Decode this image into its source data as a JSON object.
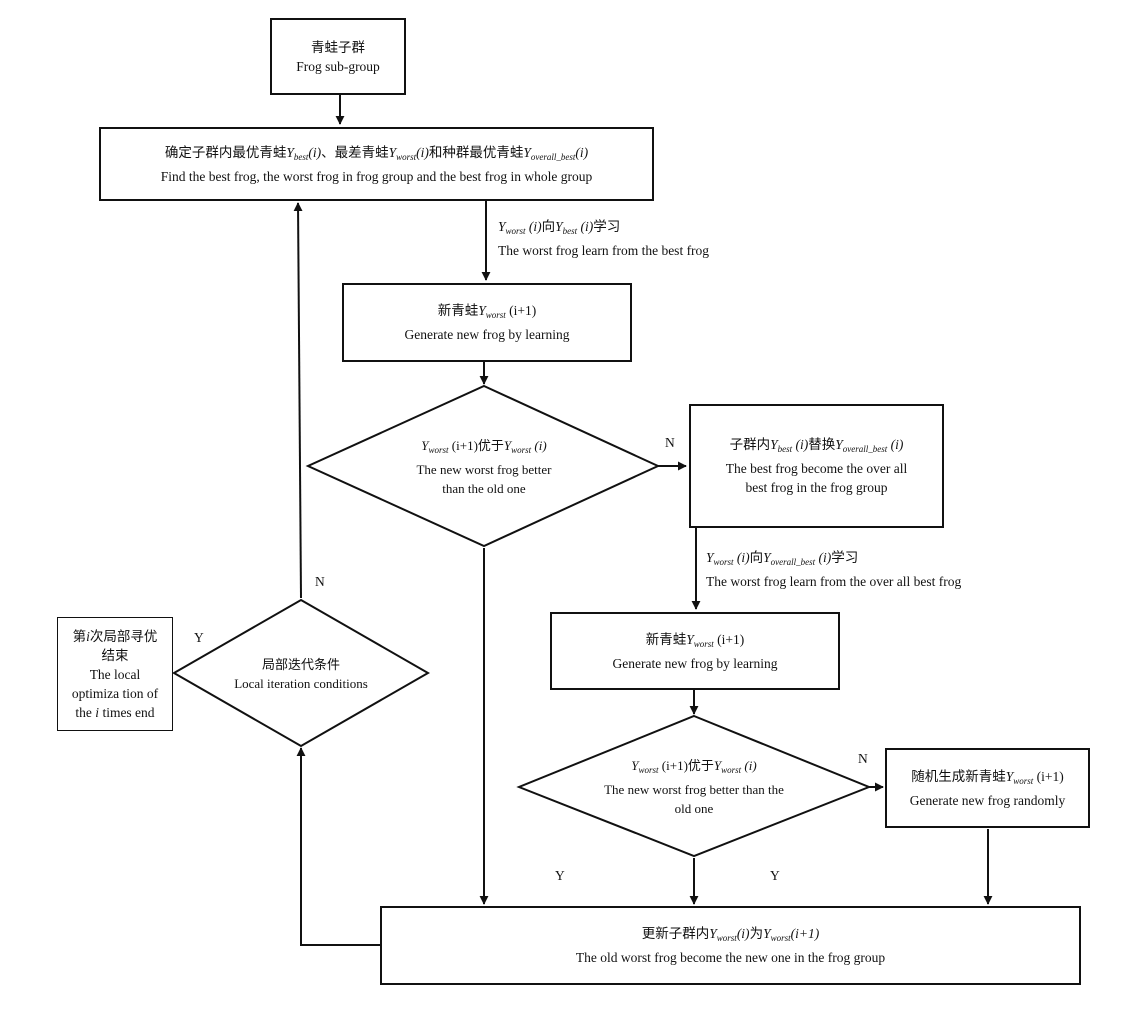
{
  "nodes": {
    "frog_subgroup": {
      "zh": "青蛙子群",
      "en": "Frog sub-group"
    },
    "determine": {
      "zh_a": "确定子群内最优青蛙",
      "zh_sep1": "、最差青蛙",
      "zh_sep2": "和种群最优青蛙",
      "en": "Find the best frog, the worst frog in frog group and the best frog in whole group"
    },
    "new_frog_1": {
      "zh": "新青蛙",
      "en": "Generate new frog by learning"
    },
    "decision_1": {
      "zh_mid": "优于",
      "en_line1": "The new worst frog better",
      "en_line2": "than the old one"
    },
    "replace_best": {
      "zh_a": "子群内",
      "zh_b": "替换",
      "en_line1": "The best frog become the over all",
      "en_line2": "best frog in the frog group"
    },
    "new_frog_2": {
      "zh": "新青蛙",
      "en": "Generate new frog by learning"
    },
    "decision_2": {
      "zh_mid": "优于",
      "en_line1": "The new worst frog better than the",
      "en_line2": "old one"
    },
    "random_frog": {
      "zh": "随机生成新青蛙",
      "en": "Generate new frog randomly"
    },
    "update": {
      "zh_a": "更新子群内",
      "zh_b": "为",
      "en": "The old worst frog become the new one in the frog group"
    },
    "local_cond": {
      "zh": "局部迭代条件",
      "en": "Local iteration conditions"
    },
    "local_end": {
      "zh_a": "第",
      "zh_b": "次局部寻优",
      "zh_c": "结束",
      "en_line1": "The local",
      "en_line2": "optimiza tion of",
      "en_line3_suffix": " times end"
    }
  },
  "math": {
    "Y": "Y",
    "i": "i",
    "i_paren": "(i)",
    "i_plus_1": "(i+1)",
    "i_plus_1_italic": "(i+1)",
    "sub_best": "best",
    "sub_worst": "worst",
    "sub_overall_best": "overall_best"
  },
  "edge_labels": {
    "learn_best": {
      "zh_mid": "向",
      "zh_end": "学习",
      "en": "The worst frog learn from the best frog"
    },
    "learn_overall": {
      "zh_mid": "向",
      "zh_end": "学习",
      "en": "The worst frog learn from the over all best frog"
    },
    "N": "N",
    "Y": "Y"
  }
}
